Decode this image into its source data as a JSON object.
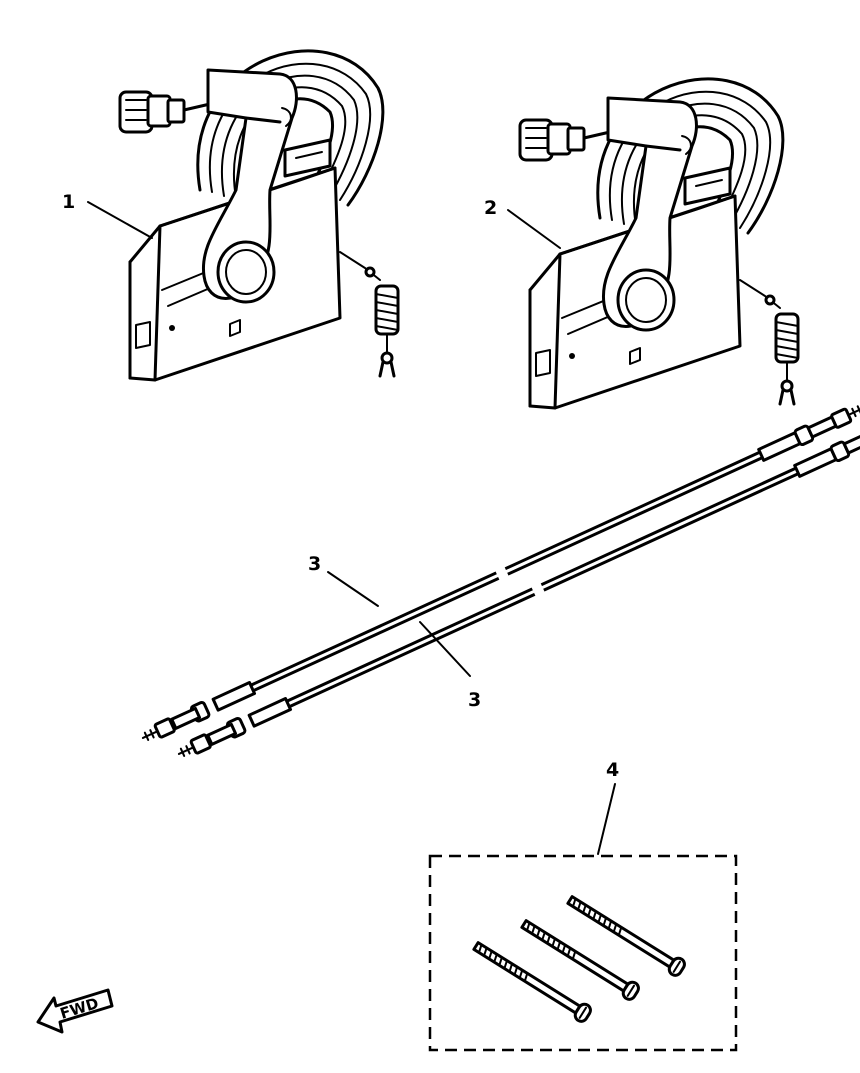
{
  "callouts": {
    "c1": "1",
    "c2": "2",
    "c3a": "3",
    "c3b": "3",
    "c4": "4"
  },
  "direction_arrow": {
    "label": "FWD"
  }
}
